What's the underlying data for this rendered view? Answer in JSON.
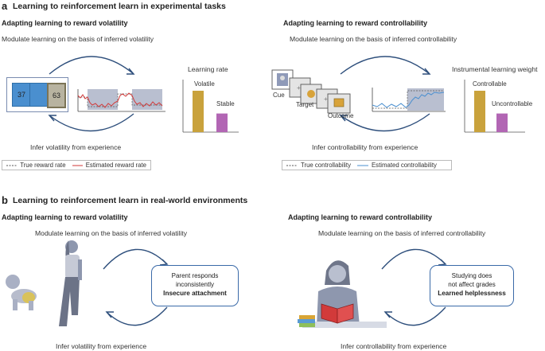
{
  "panel_a": {
    "letter": "a",
    "title": "Learning to reinforcement learn in experimental tasks",
    "left": {
      "subtitle": "Adapting learning to reward volatility",
      "top_caption": "Modulate learning on the basis of inferred volatility",
      "bottom_caption": "Infer volatility from experience",
      "card_values": [
        "37",
        "63"
      ],
      "legend": [
        "True reward rate",
        "Estimated reward rate"
      ],
      "bar_title": "Learning rate",
      "bars": [
        {
          "label": "Volatile",
          "value": 1.0,
          "color": "#c9a23c"
        },
        {
          "label": "Stable",
          "value": 0.45,
          "color": "#b266b4"
        }
      ]
    },
    "right": {
      "subtitle": "Adapting learning to reward controllability",
      "top_caption": "Modulate learning on the basis of inferred controllability",
      "bottom_caption": "Infer controllability from experience",
      "screens": [
        "Cue",
        "Target",
        "Outcome"
      ],
      "legend": [
        "True controllability",
        "Estimated controllability"
      ],
      "bar_title": "Instrumental learning weight",
      "bars": [
        {
          "label": "Controllable",
          "value": 1.0,
          "color": "#c9a23c"
        },
        {
          "label": "Uncontrollable",
          "value": 0.45,
          "color": "#b266b4"
        }
      ]
    }
  },
  "panel_b": {
    "letter": "b",
    "title": "Learning to reinforcement learn in real-world environments",
    "left": {
      "subtitle": "Adapting learning to reward volatility",
      "top_caption": "Modulate learning on the basis of inferred volatility",
      "bottom_caption": "Infer volatility from experience",
      "callout_line1": "Parent responds",
      "callout_line2": "inconsistently",
      "callout_bold": "Insecure attachment"
    },
    "right": {
      "subtitle": "Adapting learning to reward controllability",
      "top_caption": "Modulate learning on the basis of inferred controllability",
      "bottom_caption": "Infer controllability from experience",
      "callout_line1": "Studying does",
      "callout_line2": "not affect grades",
      "callout_bold": "Learned helplessness"
    }
  },
  "colors": {
    "arrow": "#2e4f7c",
    "blue_card": "#4a8fcf",
    "gold": "#c9a23c",
    "purple": "#b266b4",
    "red_line": "#d23a3a",
    "blue_line": "#4a8fcf",
    "shade": "#b9bfd0"
  }
}
